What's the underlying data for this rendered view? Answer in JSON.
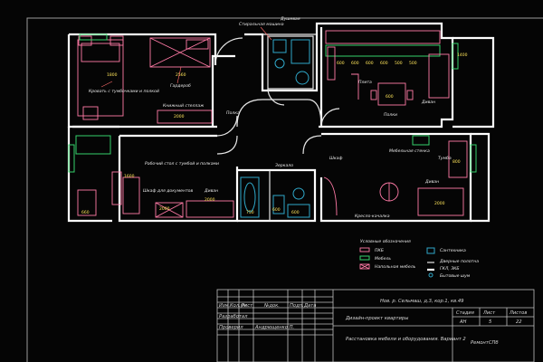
{
  "labels": {
    "bed": "Кровать с тумбочками и полкой",
    "wardrobe": "Гардероб",
    "bookshelf": "Книжный стеллаж",
    "shelf": "Полка",
    "washer": "Стиральная машина",
    "shower": "Душевая",
    "stove": "Плита",
    "shelves": "Полки",
    "sofa_kitchen": "Диван",
    "desk": "Рабочий стол с тумбой и полками",
    "cabinet": "Шкаф для документов",
    "sofa_room": "Диван",
    "mirror": "Зеркало",
    "tv_unit": "Мебельная стенка",
    "sofa_living": "Диван",
    "tubes": "Тумба",
    "wall_shelf": "Шкаф",
    "armchair": "Кресло-качалка"
  },
  "dimensions": [
    "1800",
    "2560",
    "2000",
    "2000",
    "600",
    "600",
    "600",
    "600",
    "500",
    "500",
    "600",
    "1400",
    "1600",
    "2000",
    "2000",
    "750",
    "660",
    "600",
    "600",
    "800"
  ],
  "legend": {
    "title": "Условные обозначения",
    "items": [
      "ПКБ",
      "Мебель",
      "Напольная мебель",
      "Сантехника",
      "Дверные полотна",
      "ГКЛ, ЗКБ",
      "Бытовые шум"
    ]
  },
  "title_block": {
    "address": "Нов. р. Сельмаш, д.3, кор.1, кв.49",
    "project": "Дизайн-проект квартиры",
    "sheet_name": "Расстановка мебели и оборудования. Вариант 2",
    "stage_header": "Стадия",
    "sheet_header": "Лист",
    "sheets_header": "Листов",
    "stage": "АН",
    "sheet": "5",
    "sheets": "22",
    "developed": "Разработал",
    "checked": "Проверил",
    "author": "Андрющенко П.",
    "org": "РемонтСПб",
    "headers": [
      "Изм.",
      "Кол.уч",
      "Лист",
      "№док.",
      "Подп.",
      "Дата"
    ]
  }
}
